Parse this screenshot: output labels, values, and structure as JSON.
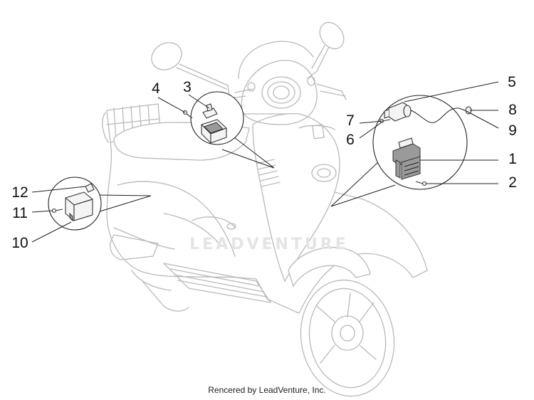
{
  "callouts": [
    "1",
    "2",
    "3",
    "4",
    "5",
    "6",
    "7",
    "8",
    "9",
    "10",
    "11",
    "12"
  ],
  "watermark": "LEADVENTURE",
  "credit": "Rencered by LeadVenture, Inc."
}
